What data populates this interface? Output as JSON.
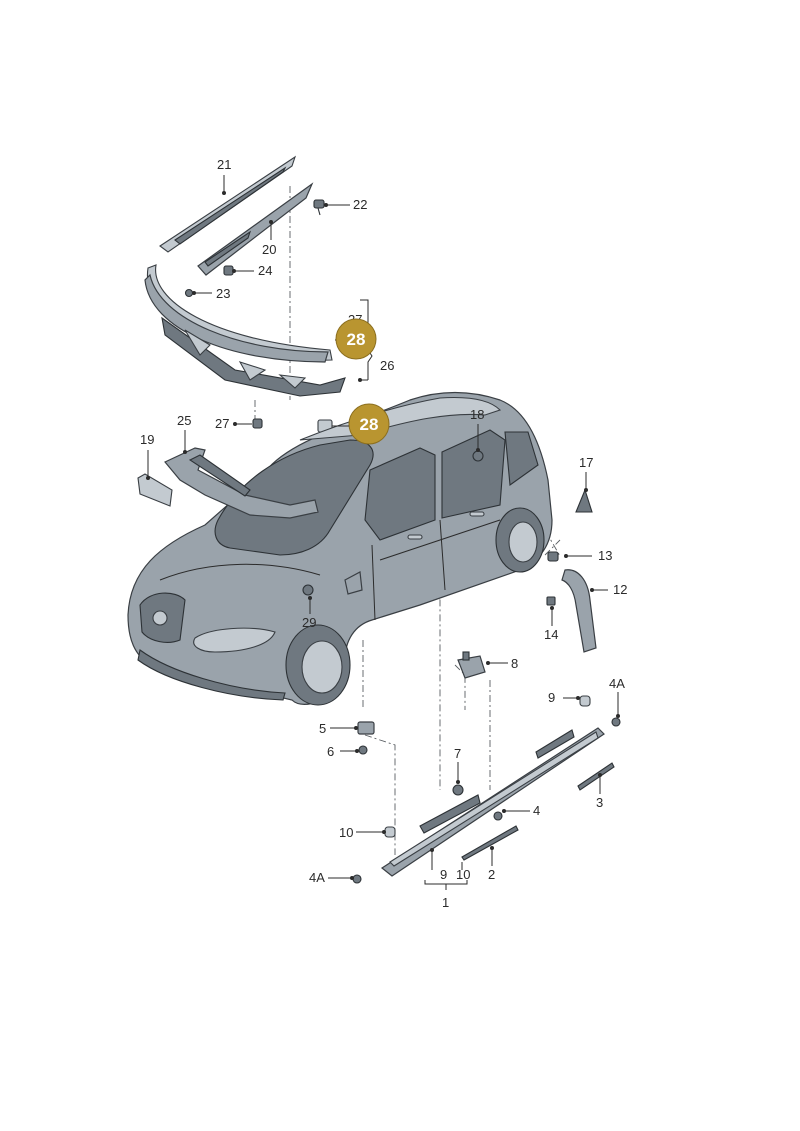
{
  "labels": {
    "p21": "21",
    "p22": "22",
    "p20": "20",
    "p24": "24",
    "p23": "23",
    "p27a": "27",
    "p26": "26",
    "p27b": "27",
    "p25": "25",
    "p19": "19",
    "p18": "18",
    "p17": "17",
    "p13": "13",
    "p12": "12",
    "p14": "14",
    "p29": "29",
    "p8": "8",
    "p9a": "9",
    "p4Aa": "4A",
    "p5": "5",
    "p6": "6",
    "p7": "7",
    "p4": "4",
    "p3": "3",
    "p10a": "10",
    "p4Ab": "4A",
    "p9b": "9",
    "p10b": "10",
    "p2": "2",
    "p1": "1"
  },
  "badges": {
    "b28a": "28",
    "b28b": "28"
  },
  "colors": {
    "badge": "#b99530",
    "part": "#9aa3ab",
    "outline": "#3a3f44"
  }
}
